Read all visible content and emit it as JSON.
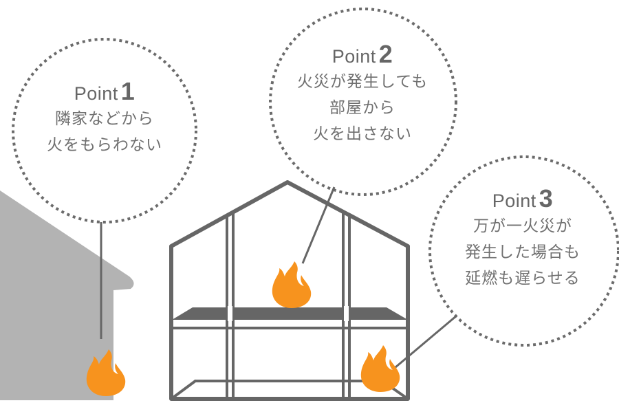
{
  "colors": {
    "frame": "#666666",
    "neighbor_house": "#b3b3b3",
    "flame": "#f7931e",
    "dotted": "#6b6b6b",
    "text": "#707070"
  },
  "points": [
    {
      "label": "Point",
      "number": "1",
      "lines": [
        "隣家などから",
        "火をもらわない"
      ]
    },
    {
      "label": "Point",
      "number": "2",
      "lines": [
        "火災が発生しても",
        "部屋から",
        "火を出さない"
      ]
    },
    {
      "label": "Point",
      "number": "3",
      "lines": [
        "万が一火災が",
        "発生した場合も",
        "延燃も遅らせる"
      ]
    }
  ],
  "icons": {
    "flame": "flame-icon",
    "house_frame": "house-frame-icon",
    "neighbor_house": "neighbor-house-icon"
  }
}
